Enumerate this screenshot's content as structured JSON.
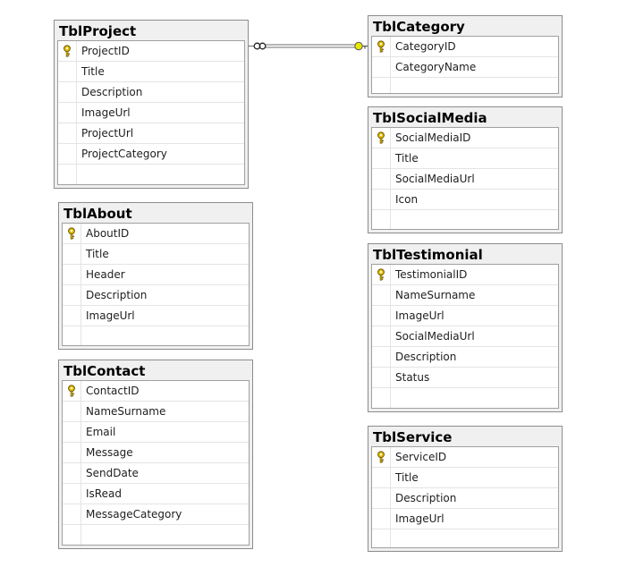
{
  "tables": {
    "project": {
      "name": "TblProject",
      "columns": [
        "ProjectID",
        "Title",
        "Description",
        "ImageUrl",
        "ProjectUrl",
        "ProjectCategory"
      ]
    },
    "about": {
      "name": "TblAbout",
      "columns": [
        "AboutID",
        "Title",
        "Header",
        "Description",
        "ImageUrl"
      ]
    },
    "contact": {
      "name": "TblContact",
      "columns": [
        "ContactID",
        "NameSurname",
        "Email",
        "Message",
        "SendDate",
        "IsRead",
        "MessageCategory"
      ]
    },
    "category": {
      "name": "TblCategory",
      "columns": [
        "CategoryID",
        "CategoryName"
      ]
    },
    "socialmedia": {
      "name": "TblSocialMedia",
      "columns": [
        "SocialMediaID",
        "Title",
        "SocialMediaUrl",
        "Icon"
      ]
    },
    "testimonial": {
      "name": "TblTestimonial",
      "columns": [
        "TestimonialID",
        "NameSurname",
        "ImageUrl",
        "SocialMediaUrl",
        "Description",
        "Status"
      ]
    },
    "service": {
      "name": "TblService",
      "columns": [
        "ServiceID",
        "Title",
        "Description",
        "ImageUrl"
      ]
    }
  },
  "relationships": [
    {
      "from": "TblProject",
      "to": "TblCategory",
      "from_end": "many",
      "to_end": "one"
    }
  ],
  "colors": {
    "key_icon": "#e8c200",
    "relationship_line": "#6e6e6e",
    "one_end_marker": "#e8e800",
    "header_bg": "#f0f0f0"
  }
}
